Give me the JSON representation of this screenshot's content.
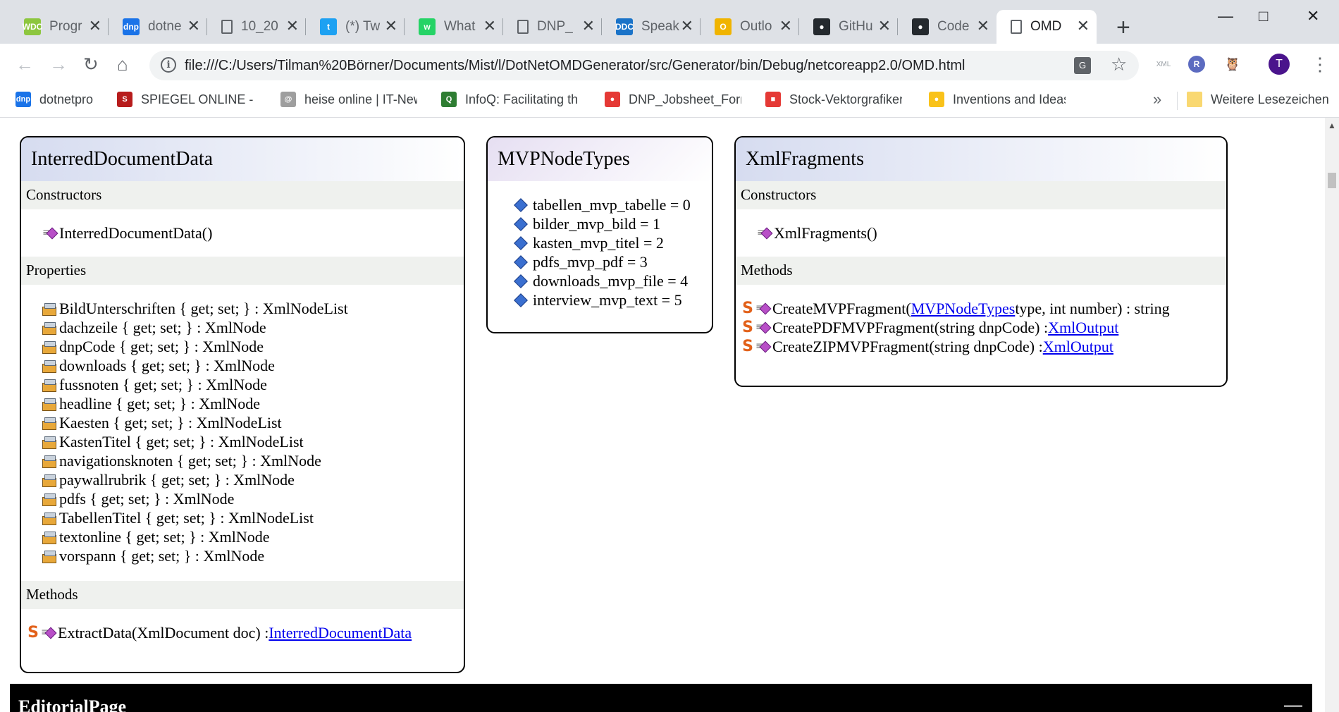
{
  "tabs": [
    {
      "label": "Progr",
      "icon": "wdc-icon",
      "color": "#8dc63f",
      "abbr": "WDC"
    },
    {
      "label": "dotne",
      "icon": "dnp-icon",
      "color": "#1a73e8",
      "abbr": "dnp"
    },
    {
      "label": "10_20",
      "icon": "file-icon",
      "color": "",
      "abbr": ""
    },
    {
      "label": "(*) Tw",
      "icon": "twitter-icon",
      "color": "#1da1f2",
      "abbr": "t"
    },
    {
      "label": "What",
      "icon": "whatsapp-icon",
      "color": "#25d366",
      "abbr": "w"
    },
    {
      "label": "DNP_",
      "icon": "file-icon",
      "color": "",
      "abbr": ""
    },
    {
      "label": "Speak",
      "icon": "ddc-icon",
      "color": "#1a73c8",
      "abbr": "DDC"
    },
    {
      "label": "Outlo",
      "icon": "outlook-icon",
      "color": "#f0b400",
      "abbr": "O"
    },
    {
      "label": "GitHu",
      "icon": "github-icon",
      "color": "#24292e",
      "abbr": "●"
    },
    {
      "label": "Code",
      "icon": "github-icon",
      "color": "#24292e",
      "abbr": "●"
    },
    {
      "label": "OMD",
      "icon": "file-icon",
      "color": "",
      "abbr": "",
      "active": true
    }
  ],
  "address_bar": {
    "url": "file:///C:/Users/Tilman%20Börner/Documents/Mist/l/DotNetOMDGenerator/src/Generator/bin/Debug/netcoreapp2.0/OMD.html"
  },
  "bookmarks": [
    {
      "label": "dotnetpro",
      "color": "#1a73e8",
      "abbr": "dnp"
    },
    {
      "label": "SPIEGEL ONLINE - Na",
      "color": "#b71c1c",
      "abbr": "S"
    },
    {
      "label": "heise online | IT-New",
      "color": "#9e9e9e",
      "abbr": "@"
    },
    {
      "label": "InfoQ: Facilitating the",
      "color": "#2e7d32",
      "abbr": "Q"
    },
    {
      "label": "DNP_Jobsheet_Formu",
      "color": "#e53935",
      "abbr": "●"
    },
    {
      "label": "Stock-Vektorgrafiken",
      "color": "#e53935",
      "abbr": "■"
    },
    {
      "label": "Inventions and Ideas",
      "color": "#f9c21a",
      "abbr": "●"
    }
  ],
  "bookmarks_other": "Weitere Lesezeichen",
  "cards": {
    "interred": {
      "title": "InterredDocumentData",
      "constructors_head": "Constructors",
      "constructors": [
        "InterredDocumentData()"
      ],
      "properties_head": "Properties",
      "properties": [
        "BildUnterschriften { get; set; } : XmlNodeList",
        "dachzeile { get; set; } : XmlNode",
        "dnpCode { get; set; } : XmlNode",
        "downloads { get; set; } : XmlNode",
        "fussnoten { get; set; } : XmlNode",
        "headline { get; set; } : XmlNode",
        "Kaesten { get; set; } : XmlNodeList",
        "KastenTitel { get; set; } : XmlNodeList",
        "navigationsknoten { get; set; } : XmlNode",
        "paywallrubrik { get; set; } : XmlNode",
        "pdfs { get; set; } : XmlNode",
        "TabellenTitel { get; set; } : XmlNodeList",
        "textonline { get; set; } : XmlNode",
        "vorspann { get; set; } : XmlNode"
      ],
      "methods_head": "Methods",
      "method": {
        "prefix": "ExtractData(XmlDocument doc) : ",
        "link": "InterredDocumentData"
      }
    },
    "mvp": {
      "title": "MVPNodeTypes",
      "values": [
        "tabellen_mvp_tabelle = 0",
        "bilder_mvp_bild = 1",
        "kasten_mvp_titel = 2",
        "pdfs_mvp_pdf = 3",
        "downloads_mvp_file = 4",
        "interview_mvp_text = 5"
      ]
    },
    "xml": {
      "title": "XmlFragments",
      "constructors_head": "Constructors",
      "constructors": [
        "XmlFragments()"
      ],
      "methods_head": "Methods",
      "methods": [
        {
          "a": "CreateMVPFragment(",
          "link": "MVPNodeTypes",
          "b": " type, int number) : string"
        },
        {
          "a": "CreatePDFMVPFragment(string dnpCode) : ",
          "link": "XmlOutput",
          "b": ""
        },
        {
          "a": "CreateZIPMVPFragment(string dnpCode) : ",
          "link": "XmlOutput",
          "b": ""
        }
      ]
    }
  },
  "editorial": {
    "title": "EditorialPage",
    "collapse": "—"
  },
  "extensions": [
    {
      "name": "xml-icon",
      "glyph": "XML"
    },
    {
      "name": "r-icon",
      "glyph": "R"
    },
    {
      "name": "owl-icon",
      "glyph": "🦉"
    },
    {
      "name": "profile-avatar",
      "glyph": "T"
    }
  ],
  "glyphs": {
    "back": "←",
    "forward": "→",
    "reload": "↻",
    "home": "⌂",
    "star": "☆",
    "translate": "G",
    "info": "i",
    "menu": "⋮",
    "minimize": "—",
    "maximize": "□",
    "close": "✕",
    "new_tab": "+",
    "bm_more": "»",
    "tab_close": "✕",
    "scroll_up": "▲",
    "static": "S"
  },
  "colors": {
    "link": "#0000ee",
    "section_bg": "#eff1ee",
    "static_icon": "#e2611a"
  }
}
